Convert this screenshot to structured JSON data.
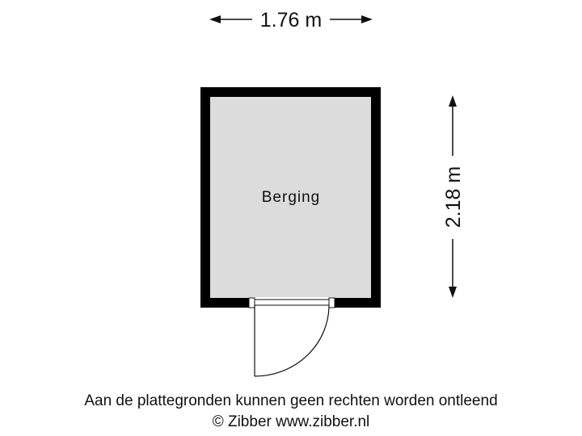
{
  "dimensions": {
    "width": "1.76 m",
    "depth": "2.18 m"
  },
  "rooms": [
    {
      "label": "Berging"
    }
  ],
  "footer": {
    "disclaimer": "Aan de plattegronden kunnen geen rechten worden ontleend",
    "copyright": "© Zibber www.zibber.nl"
  },
  "colors": {
    "wall": "#000000",
    "floor": "#dcdcdd",
    "line": "#111111"
  }
}
